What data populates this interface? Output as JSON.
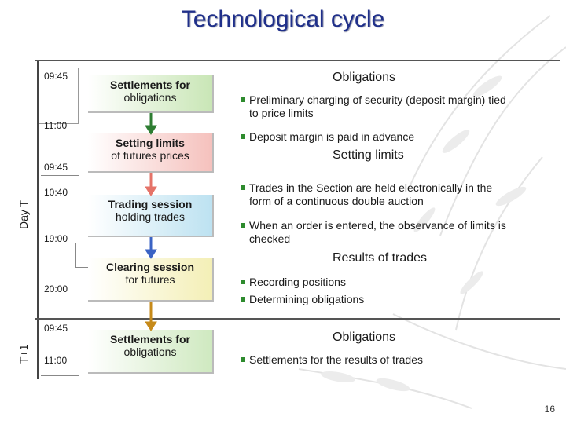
{
  "title": "Technological cycle",
  "axis_labels": {
    "day_t": "Day T",
    "t_plus_1": "T+1"
  },
  "times": [
    "09:45",
    "11:00",
    "09:45",
    "10:40",
    "19:00",
    "20:00",
    "09:45",
    "11:00"
  ],
  "stages": [
    {
      "bold": "Settlements for",
      "normal": "obligations"
    },
    {
      "bold": "Setting limits",
      "normal": "of futures prices"
    },
    {
      "bold": "Trading session",
      "normal": "holding trades"
    },
    {
      "bold": "Clearing session",
      "normal": "for futures"
    },
    {
      "bold": "Settlements for",
      "normal": "obligations"
    }
  ],
  "arrow_colors": [
    "#2e7d32",
    "#e57368",
    "#3b63c4",
    "#c68a1a"
  ],
  "headings": {
    "obligations_1": "Obligations",
    "setting_limits": "Setting limits",
    "results": "Results of trades",
    "obligations_2": "Obligations"
  },
  "bullets": {
    "b1_line1": "Preliminary charging of security (deposit margin) tied",
    "b1_line2": "to price limits",
    "b2": "Deposit margin is paid in advance",
    "b3_line1": "Trades in the Section are held electronically in the",
    "b3_line2": "form of a continuous double auction",
    "b4_line1": "When an order is entered, the observance of limits is",
    "b4_line2": "checked",
    "b5": "Recording positions",
    "b6": "Determining obligations",
    "b7": "Settlements for the results of trades"
  },
  "page_number": "16",
  "colors": {
    "title": "#1f2f8a",
    "bullet": "#2e8b2e"
  }
}
